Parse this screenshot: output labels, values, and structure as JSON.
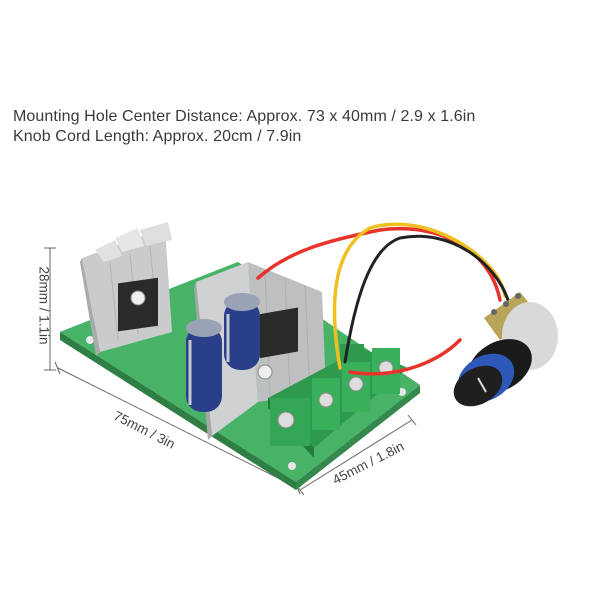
{
  "specs": {
    "mounting_hole": "Mounting Hole Center Distance: Approx. 73 x 40mm / 2.9 x 1.6in",
    "knob_cord": "Knob Cord Length: Approx. 20cm / 7.9in"
  },
  "dimensions": {
    "height": "28mm / 1.1in",
    "length": "75mm / 3in",
    "width": "45mm / 1.8in"
  },
  "colors": {
    "pcb": "#4bb86a",
    "heatsink": "#cfd1d3",
    "capacitor": "#2a3f8a",
    "terminal": "#2e9a4e",
    "knob": "#1a1a1a",
    "knob_ring": "#2d57b8",
    "potentiometer": "#b8a55a",
    "wire_red": "#e8322a",
    "wire_yellow": "#f0c020",
    "wire_black": "#222222"
  }
}
